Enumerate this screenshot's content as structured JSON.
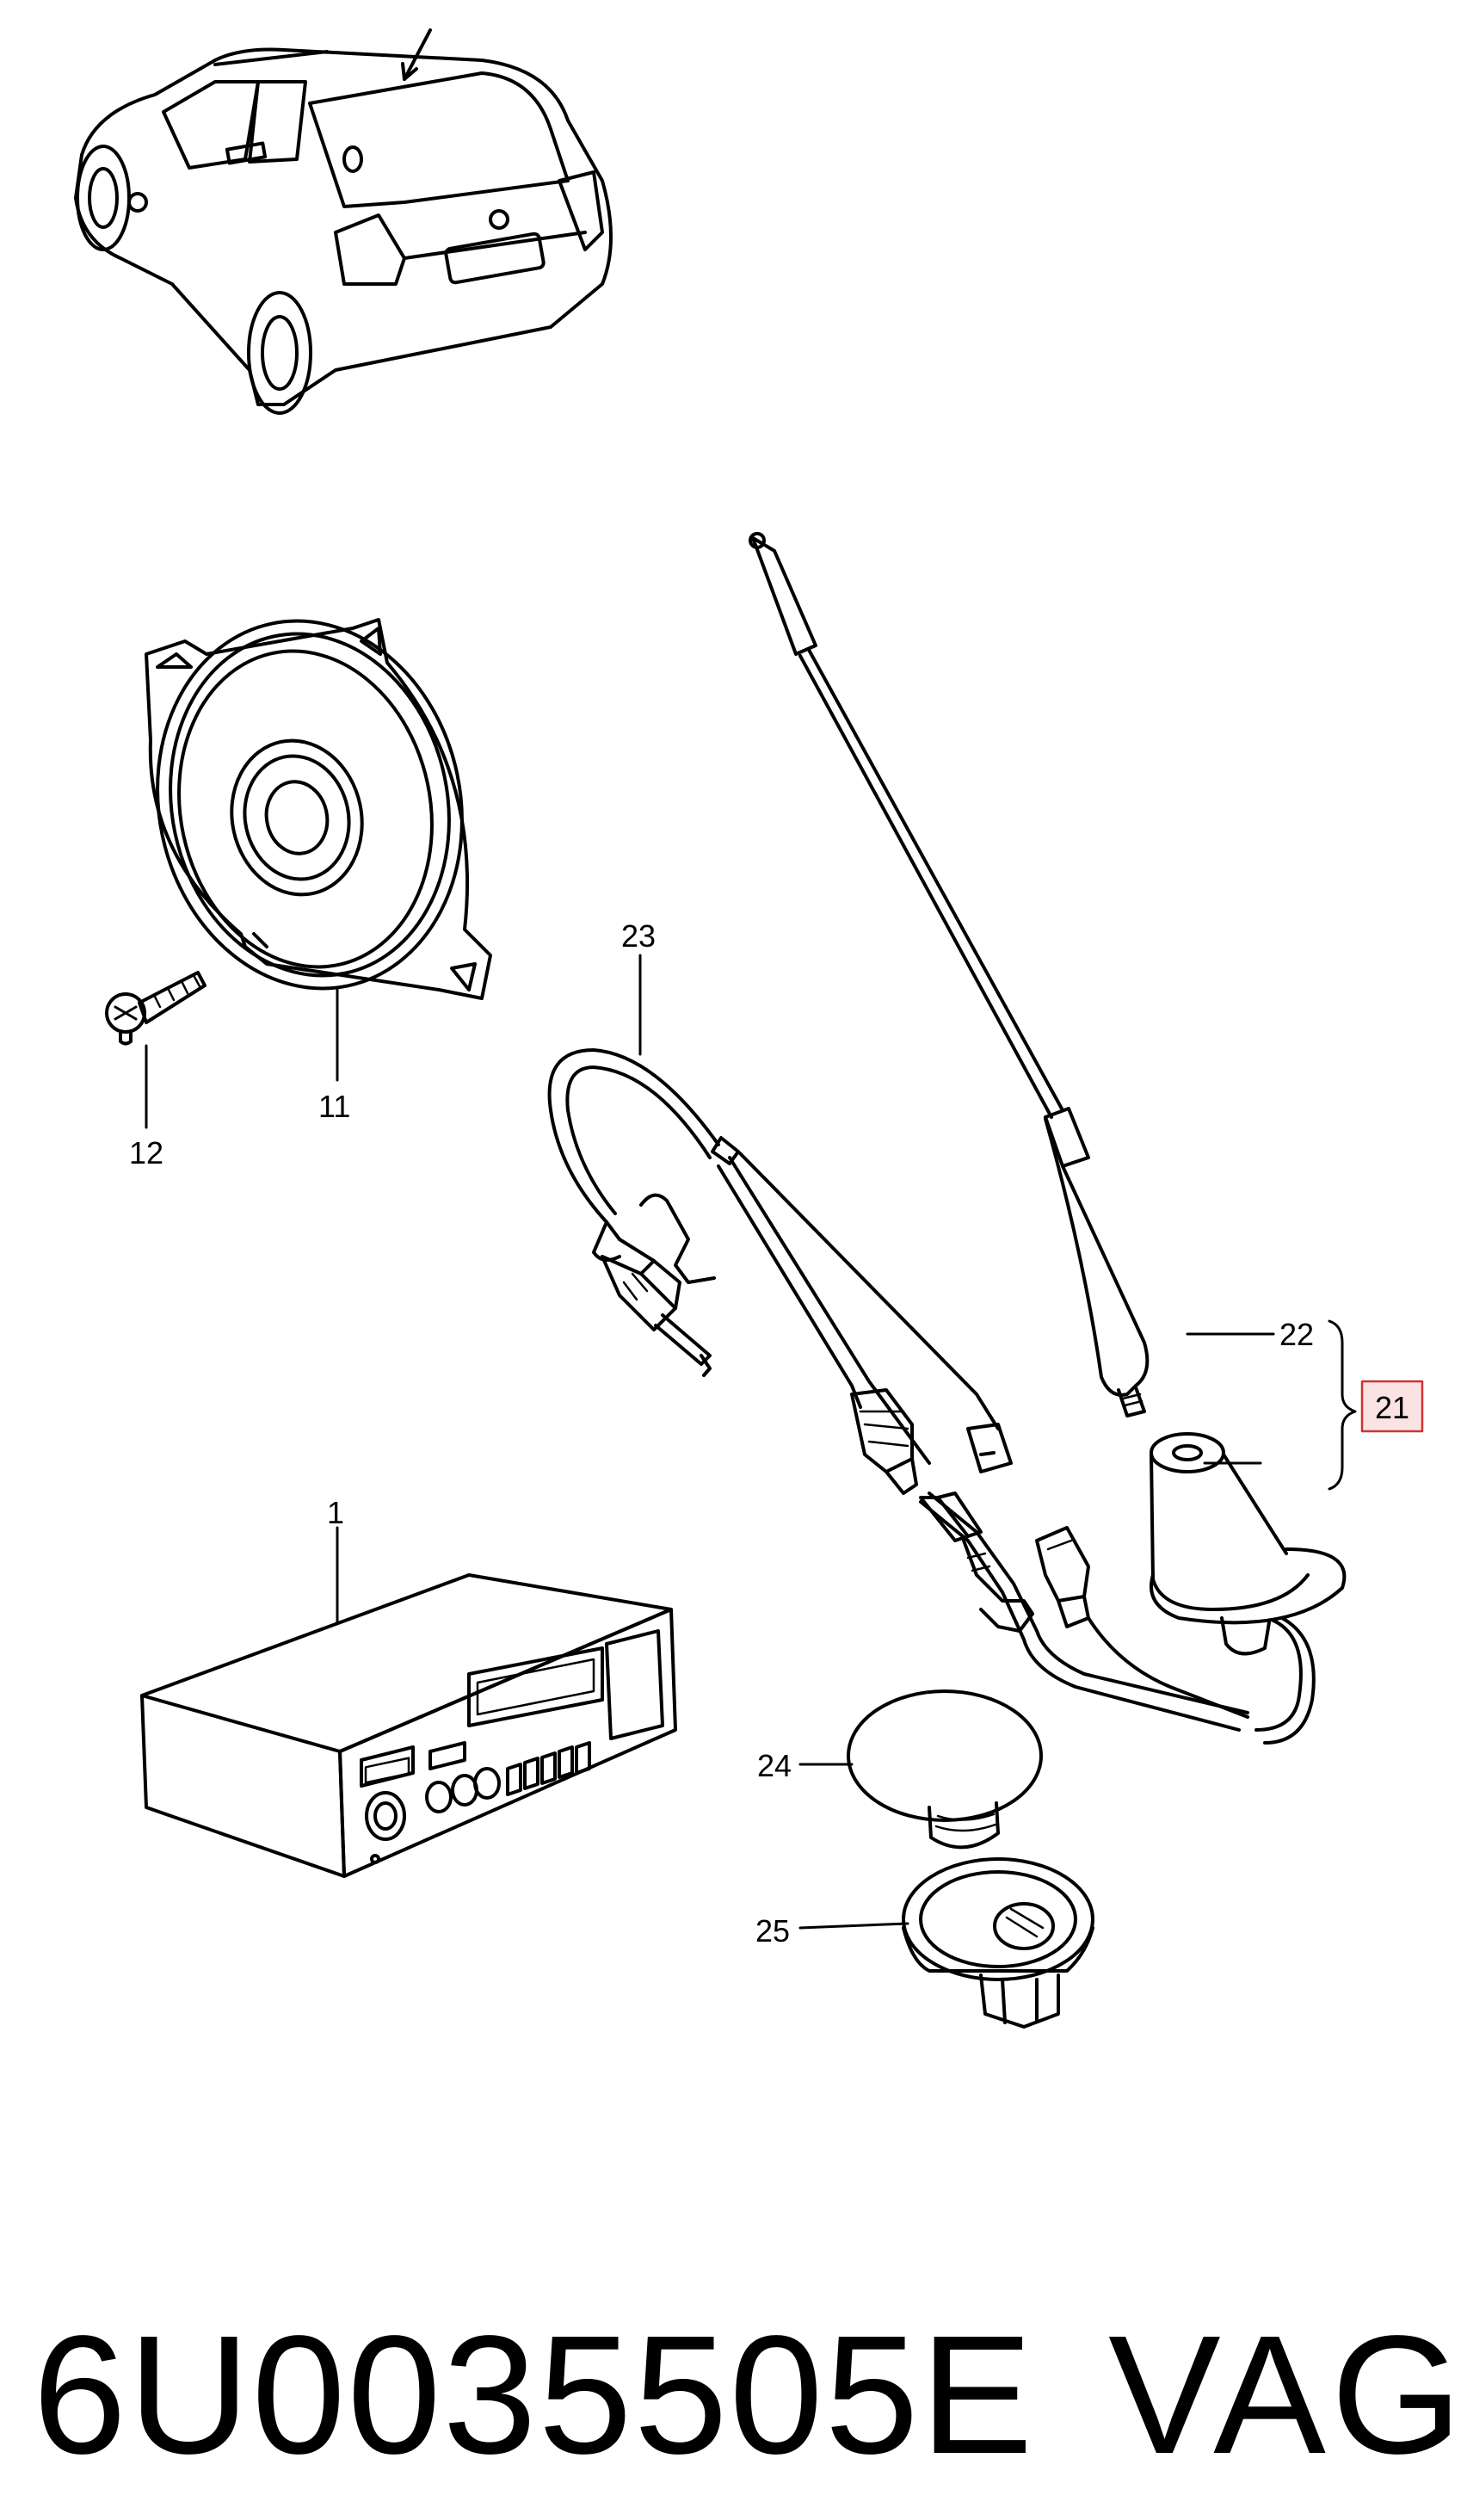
{
  "callouts": {
    "radio": "1",
    "speaker": "11",
    "screw": "12",
    "antenna_set": "21",
    "antenna_rod": "22",
    "antenna_cable": "23",
    "cap": "24",
    "nut": "25"
  },
  "footer": {
    "part_number": "6U0035505E",
    "brand": "VAG"
  },
  "colors": {
    "line": "#000000",
    "highlight_border": "#cc3333",
    "highlight_fill": "#fbe3e3"
  }
}
